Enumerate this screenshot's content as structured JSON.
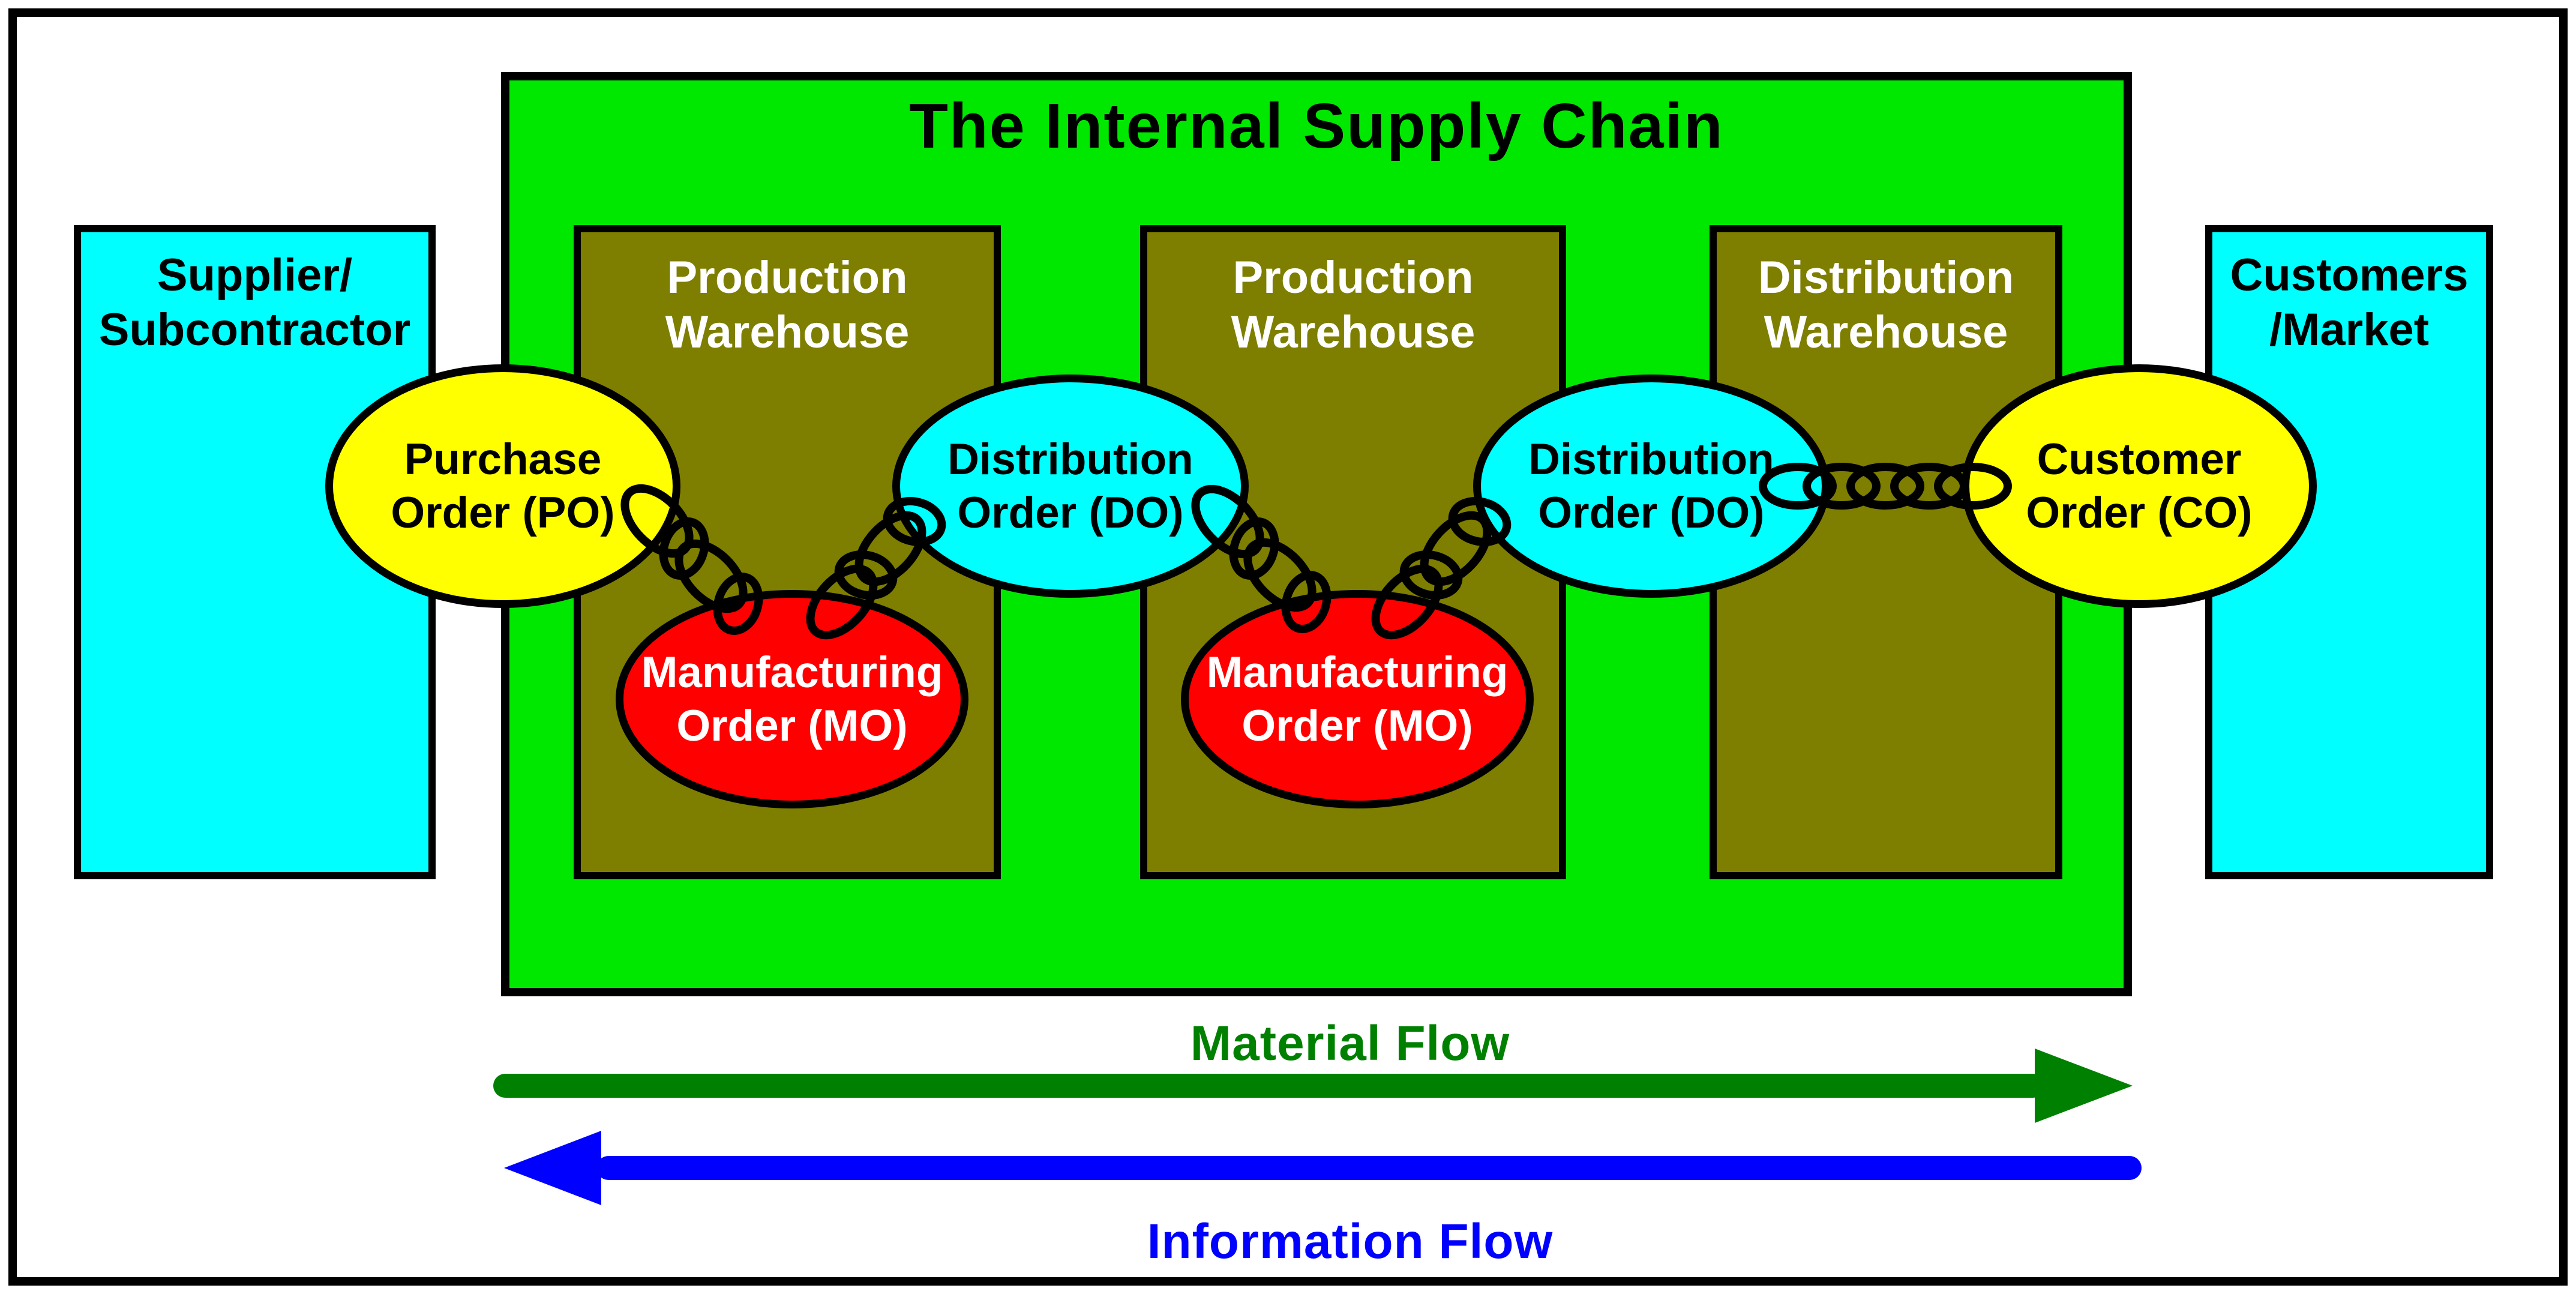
{
  "diagram": {
    "title": "The Internal Supply Chain",
    "external_boxes": {
      "supplier": {
        "line1": "Supplier/",
        "line2": "Subcontractor"
      },
      "customers": {
        "line1": "Customers",
        "line2": "/Market"
      }
    },
    "warehouses": {
      "production1": {
        "line1": "Production",
        "line2": "Warehouse"
      },
      "production2": {
        "line1": "Production",
        "line2": "Warehouse"
      },
      "distribution": {
        "line1": "Distribution",
        "line2": "Warehouse"
      }
    },
    "orders": {
      "purchase": {
        "line1": "Purchase",
        "line2": "Order (PO)"
      },
      "manufacturing1": {
        "line1": "Manufacturing",
        "line2": "Order (MO)"
      },
      "distribution1": {
        "line1": "Distribution",
        "line2": "Order (DO)"
      },
      "manufacturing2": {
        "line1": "Manufacturing",
        "line2": "Order (MO)"
      },
      "distribution2": {
        "line1": "Distribution",
        "line2": "Order (DO)"
      },
      "customer": {
        "line1": "Customer",
        "line2": "Order (CO)"
      }
    },
    "flows": {
      "material": "Material Flow",
      "information": "Information Flow"
    }
  },
  "colors": {
    "internal_chain_bg": "#00E800",
    "warehouse_bg": "#7E7E00",
    "external_bg": "#00FFFF",
    "order_yellow": "#FFFF00",
    "order_cyan": "#00FFFF",
    "order_red": "#FF0000",
    "material_flow": "#008000",
    "information_flow": "#0000FF",
    "outline": "#000000"
  }
}
